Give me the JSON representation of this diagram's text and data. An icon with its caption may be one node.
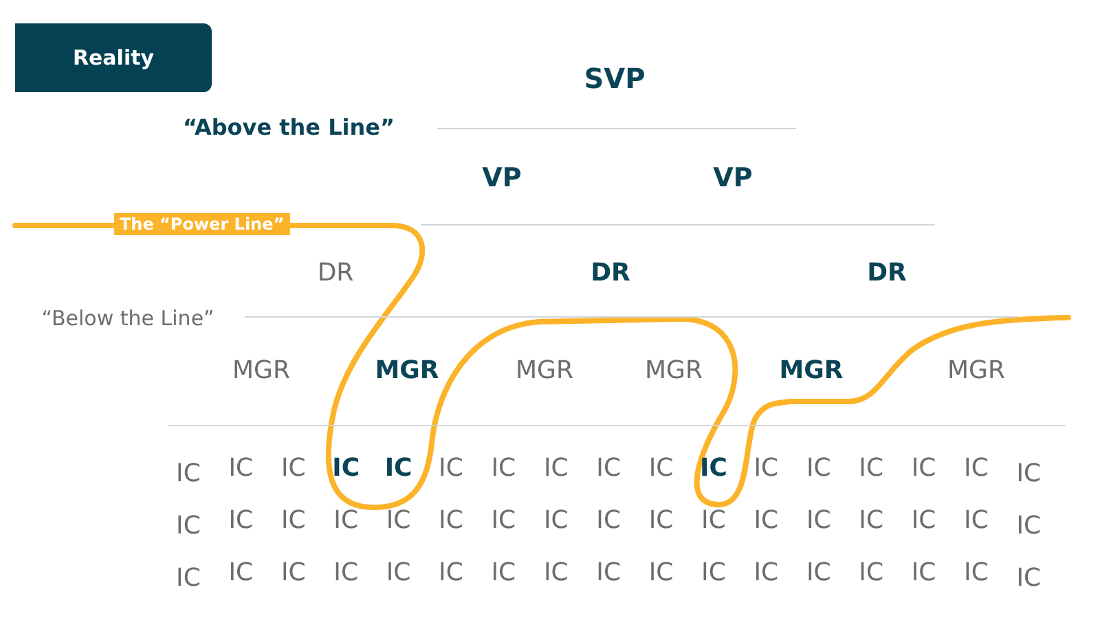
{
  "diagram": {
    "nodes": [
      {
        "text": [
          "Reality"
        ]
      },
      {
        "text": [
          "The “Power Line”"
        ]
      }
    ],
    "labels": [
      "SVP",
      "“Above the Line”",
      "VP",
      "VP",
      "DR",
      "DR",
      "DR",
      "“Below the Line”",
      "MGR",
      "MGR",
      "MGR",
      "MGR",
      "MGR",
      "MGR",
      "IC",
      "IC",
      "IC",
      "IC",
      "IC",
      "IC",
      "IC",
      "IC",
      "IC",
      "IC",
      "IC",
      "IC",
      "IC",
      "IC",
      "IC",
      "IC",
      "IC",
      "IC",
      "IC",
      "IC",
      "IC",
      "IC",
      "IC",
      "IC",
      "IC",
      "IC",
      "IC",
      "IC",
      "IC",
      "IC",
      "IC",
      "IC",
      "IC",
      "IC",
      "IC",
      "IC",
      "IC",
      "IC",
      "IC",
      "IC",
      "IC",
      "IC",
      "IC",
      "IC",
      "IC",
      "IC",
      "IC",
      "IC",
      "IC",
      "IC",
      "IC"
    ]
  }
}
